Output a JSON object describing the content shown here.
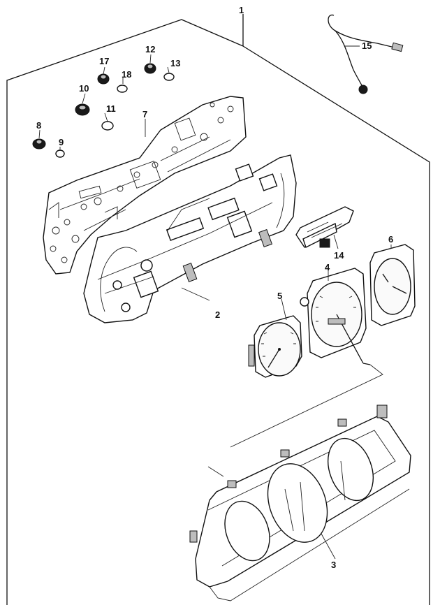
{
  "callouts": {
    "c1": "1",
    "c2": "2",
    "c3": "3",
    "c4": "4",
    "c5": "5",
    "c6": "6",
    "c7": "7",
    "c8": "8",
    "c9": "9",
    "c10": "10",
    "c11": "11",
    "c12": "12",
    "c13": "13",
    "c14": "14",
    "c15": "15",
    "c17": "17",
    "c18": "18"
  }
}
